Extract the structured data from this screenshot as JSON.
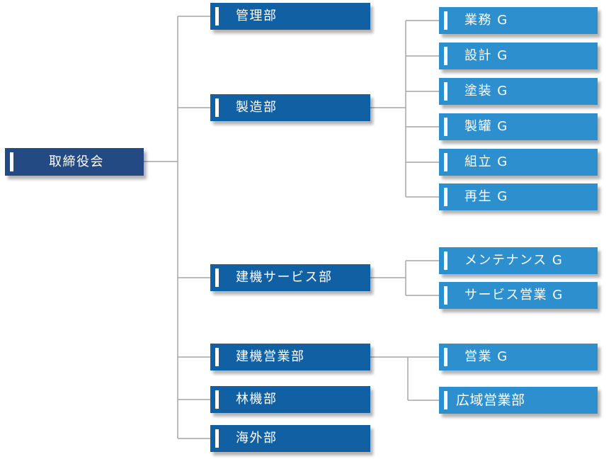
{
  "org_chart": {
    "root": {
      "label": "取締役会"
    },
    "departments": [
      {
        "label": "管理部"
      },
      {
        "label": "製造部"
      },
      {
        "label": "建機サービス部"
      },
      {
        "label": "建機営業部"
      },
      {
        "label": "林機部"
      },
      {
        "label": "海外部"
      }
    ],
    "groups": [
      {
        "label": "業務 G"
      },
      {
        "label": "設計 G"
      },
      {
        "label": "塗装 G"
      },
      {
        "label": "製罐 G"
      },
      {
        "label": "組立 G"
      },
      {
        "label": "再生 G"
      },
      {
        "label": "メンテナンス G"
      },
      {
        "label": "サービス営業 G"
      },
      {
        "label": "営業 G"
      },
      {
        "label": "広域営業部"
      }
    ]
  },
  "colors": {
    "root_fill": "#244a84",
    "department_fill": "#1160a4",
    "group_fill": "#2e8fcf",
    "connector": "#a6a6a6"
  }
}
